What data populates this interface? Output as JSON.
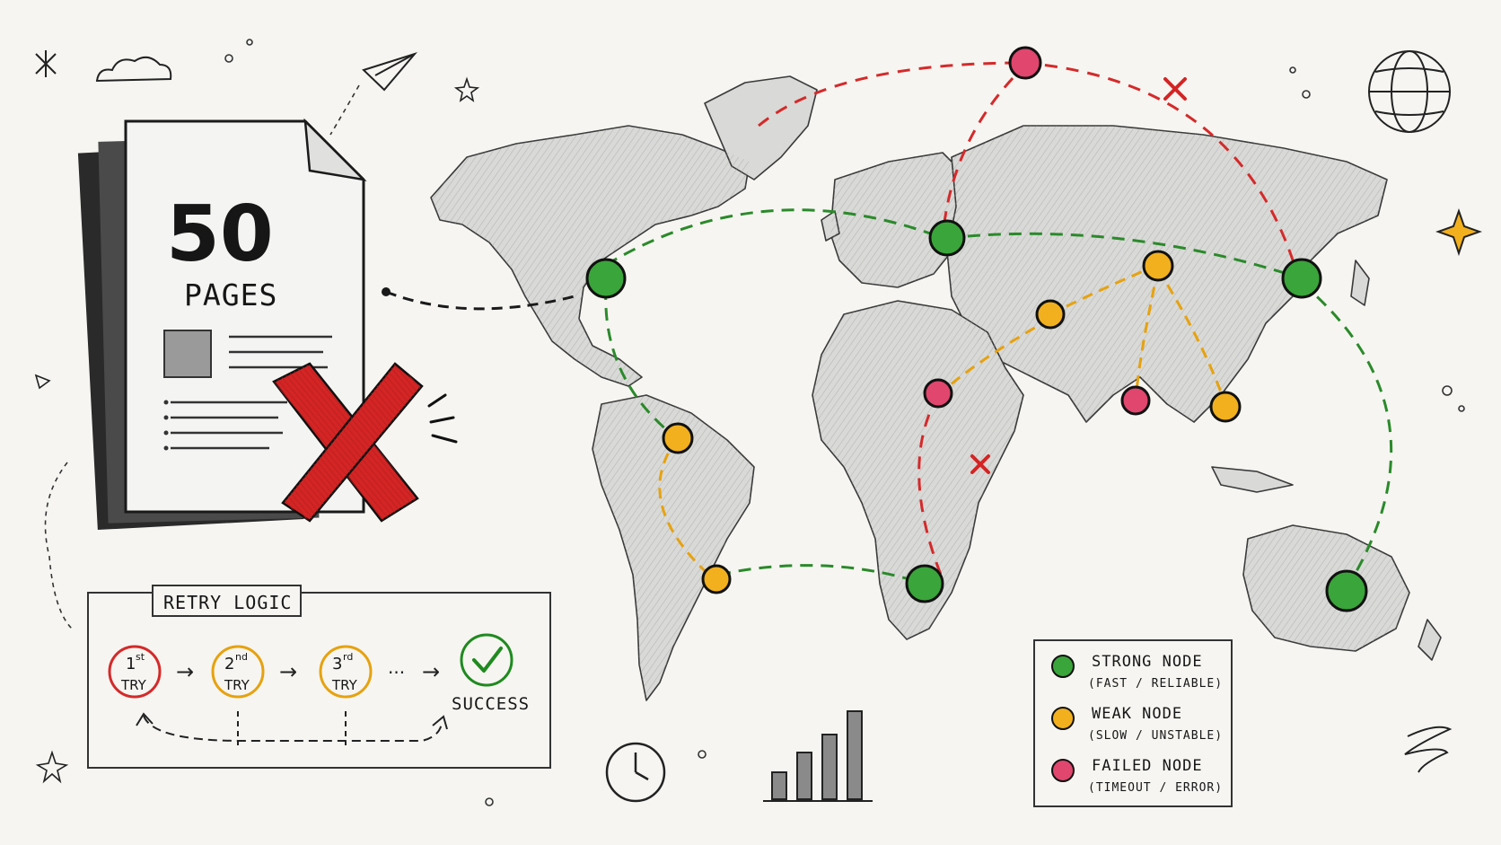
{
  "document": {
    "count": "50",
    "unit": "PAGES"
  },
  "retry": {
    "title": "RETRY LOGIC",
    "steps": [
      {
        "num": "1",
        "sup": "st",
        "word": "TRY",
        "color": "#d42a2a"
      },
      {
        "num": "2",
        "sup": "nd",
        "word": "TRY",
        "color": "#e6a20f"
      },
      {
        "num": "3",
        "sup": "rd",
        "word": "TRY",
        "color": "#e6a20f"
      }
    ],
    "ellipsis": "...",
    "success": "SUCCESS",
    "success_color": "#1f8a1f"
  },
  "legend": {
    "items": [
      {
        "label": "STRONG NODE",
        "sub": "(FAST / RELIABLE)",
        "color": "#3aa53a"
      },
      {
        "label": "WEAK NODE",
        "sub": "(SLOW / UNSTABLE)",
        "color": "#f2b01e"
      },
      {
        "label": "FAILED NODE",
        "sub": "(TIMEOUT / ERROR)",
        "color": "#e0466e"
      }
    ]
  },
  "colors": {
    "strong": "#3aa53a",
    "weak": "#f2b01e",
    "failed": "#e0466e",
    "strong_line": "#2a8a2a",
    "weak_line": "#e6a20f",
    "failed_line": "#d42a2a",
    "ink": "#1a1a1a",
    "x_mark": "#d42424"
  },
  "icons": [
    "globe-icon",
    "clock-icon",
    "bar-chart-icon",
    "paper-plane-icon",
    "cloud-icon",
    "star-icon",
    "check-icon"
  ]
}
